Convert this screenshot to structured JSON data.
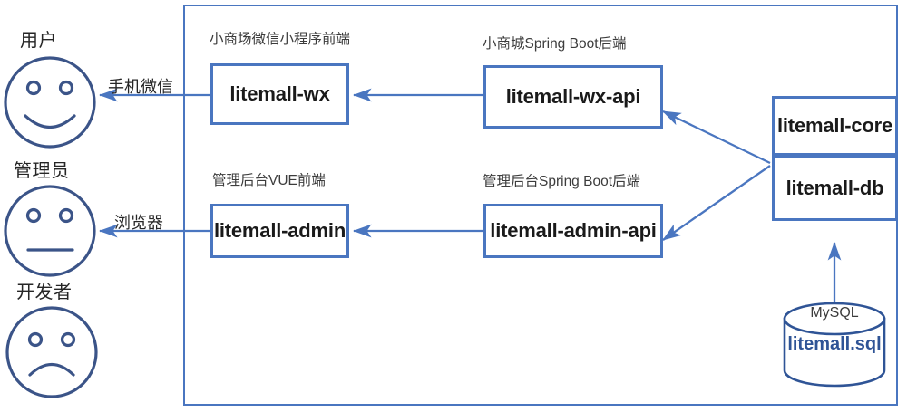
{
  "diagram": {
    "title": "litemall architecture",
    "colors": {
      "box_border": "#4a76c0",
      "face_stroke": "#3b5488",
      "arrow": "#4a76c0",
      "db_text": "#2f5496",
      "label_text": "#3c3c3c",
      "box_text": "#1a1a1a"
    },
    "actors": [
      {
        "id": "user",
        "label": "用户",
        "face": "happy-face-icon",
        "mood": "happy"
      },
      {
        "id": "admin",
        "label": "管理员",
        "face": "neutral-face-icon",
        "mood": "neutral"
      },
      {
        "id": "developer",
        "label": "开发者",
        "face": "sad-face-icon",
        "mood": "sad"
      }
    ],
    "edge_labels": [
      {
        "id": "wechat",
        "text": "手机微信"
      },
      {
        "id": "browser",
        "text": "浏览器"
      }
    ],
    "group_labels": [
      {
        "id": "wx-front",
        "text": "小商场微信小程序前端"
      },
      {
        "id": "wx-back",
        "text": "小商城Spring Boot后端"
      },
      {
        "id": "admin-front",
        "text": "管理后台VUE前端"
      },
      {
        "id": "admin-back",
        "text": "管理后台Spring Boot后端"
      }
    ],
    "modules": [
      {
        "id": "litemall-wx",
        "label": "litemall-wx"
      },
      {
        "id": "litemall-wx-api",
        "label": "litemall-wx-api"
      },
      {
        "id": "litemall-admin",
        "label": "litemall-admin"
      },
      {
        "id": "litemall-admin-api",
        "label": "litemall-admin-api"
      },
      {
        "id": "litemall-core",
        "label": "litemall-core"
      },
      {
        "id": "litemall-db",
        "label": "litemall-db"
      }
    ],
    "database": {
      "type_label": "MySQL",
      "file_label": "litemall.sql"
    }
  }
}
